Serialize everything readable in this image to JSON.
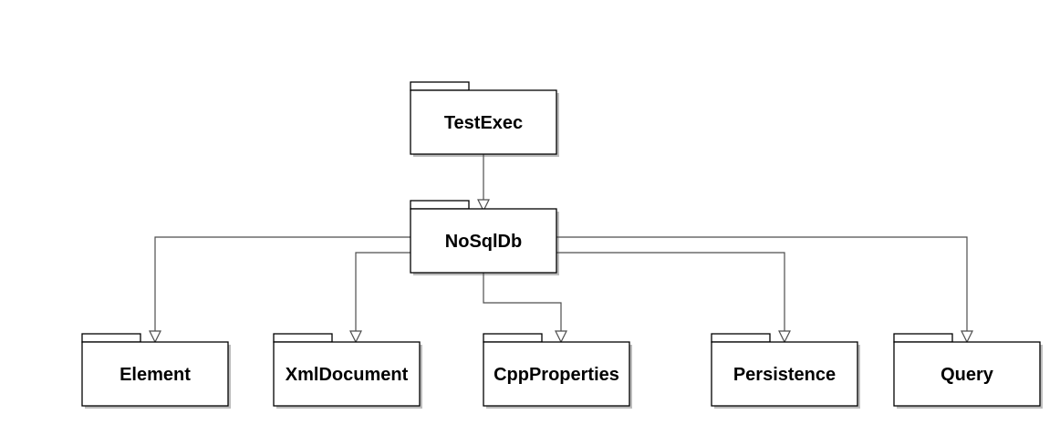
{
  "diagram": {
    "type": "package-dependency",
    "colors": {
      "stroke": "#000000",
      "fill": "#ffffff",
      "shadow": "#bdbdbd",
      "connector": "#4d4d4d"
    },
    "packages": [
      {
        "id": "testexec",
        "label": "TestExec"
      },
      {
        "id": "nosqldb",
        "label": "NoSqlDb"
      },
      {
        "id": "element",
        "label": "Element"
      },
      {
        "id": "xmldocument",
        "label": "XmlDocument"
      },
      {
        "id": "cppproperties",
        "label": "CppProperties"
      },
      {
        "id": "persistence",
        "label": "Persistence"
      },
      {
        "id": "query",
        "label": "Query"
      }
    ],
    "dependencies": [
      {
        "from": "testexec",
        "to": "nosqldb"
      },
      {
        "from": "nosqldb",
        "to": "element"
      },
      {
        "from": "nosqldb",
        "to": "xmldocument"
      },
      {
        "from": "nosqldb",
        "to": "cppproperties"
      },
      {
        "from": "nosqldb",
        "to": "persistence"
      },
      {
        "from": "nosqldb",
        "to": "query"
      }
    ]
  }
}
